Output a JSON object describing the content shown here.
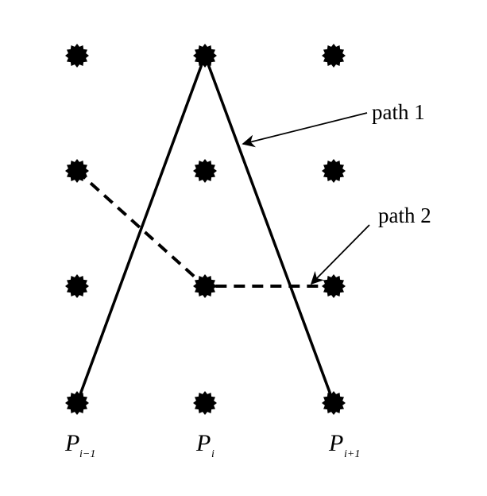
{
  "diagram": {
    "callouts": {
      "path1": "path 1",
      "path2": "path 2"
    },
    "columns": [
      {
        "main": "P",
        "sub": "i−1"
      },
      {
        "main": "P",
        "sub": "i"
      },
      {
        "main": "P",
        "sub": "i+1"
      }
    ],
    "grid": {
      "rows": 4,
      "cols": 3
    },
    "paths": [
      {
        "name": "path 1",
        "style": "solid",
        "nodes": [
          [
            0,
            3
          ],
          [
            1,
            0
          ],
          [
            2,
            3
          ]
        ]
      },
      {
        "name": "path 2",
        "style": "dashed",
        "nodes": [
          [
            0,
            1
          ],
          [
            1,
            2
          ],
          [
            2,
            2
          ]
        ]
      }
    ],
    "colors": {
      "ink": "#000000",
      "background": "#ffffff"
    }
  }
}
